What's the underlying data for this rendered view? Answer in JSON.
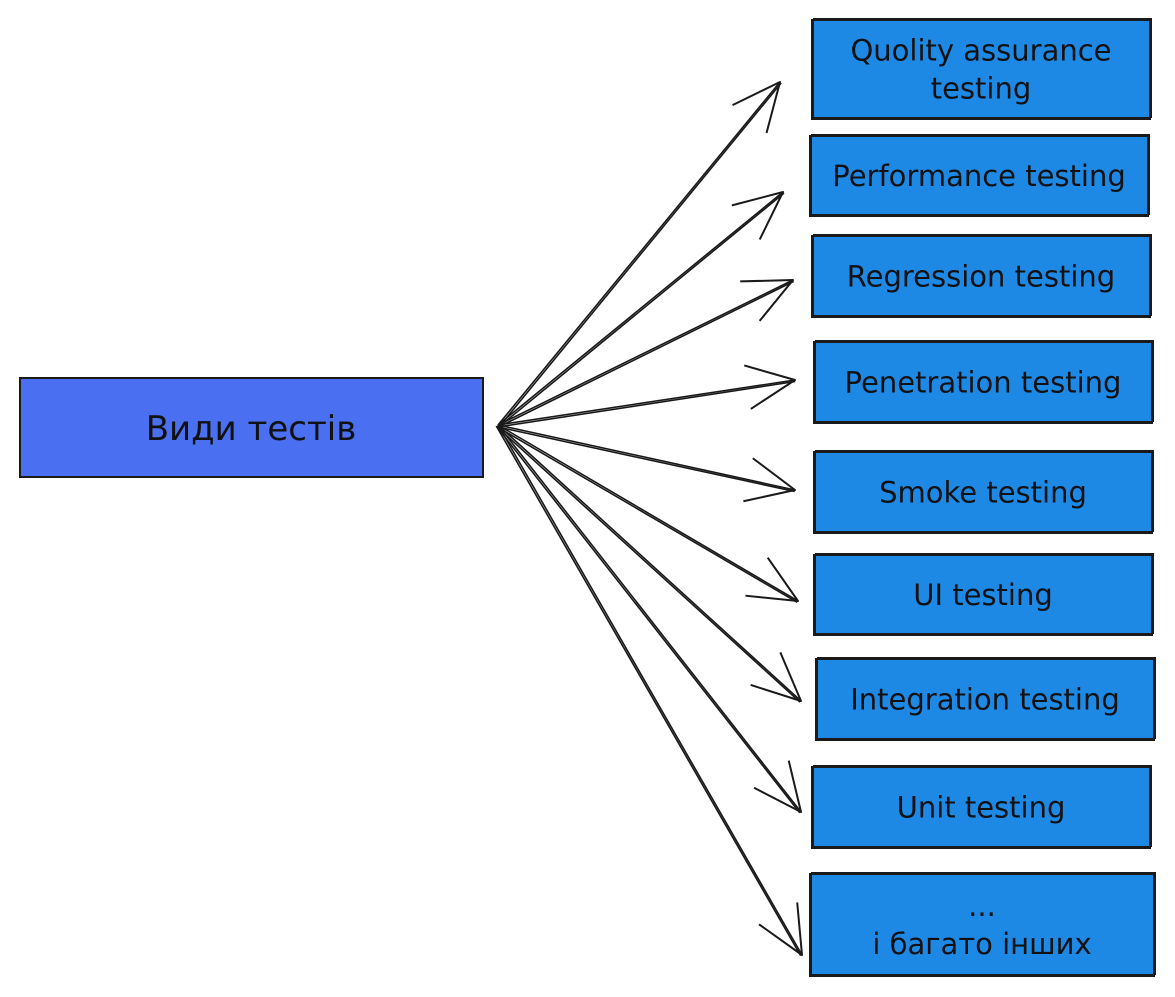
{
  "root": {
    "label": "Види тестів",
    "color": "#4a6ff0"
  },
  "branch_color": "#1e88e5",
  "branches": [
    {
      "lines": [
        "Quolity assurance",
        "testing"
      ]
    },
    {
      "lines": [
        "Performance testing"
      ]
    },
    {
      "lines": [
        "Regression testing"
      ]
    },
    {
      "lines": [
        "Penetration testing"
      ]
    },
    {
      "lines": [
        "Smoke testing"
      ]
    },
    {
      "lines": [
        "UI testing"
      ]
    },
    {
      "lines": [
        "Integration testing"
      ]
    },
    {
      "lines": [
        "Unit testing"
      ]
    },
    {
      "lines": [
        "...",
        "і багато інших"
      ]
    }
  ]
}
